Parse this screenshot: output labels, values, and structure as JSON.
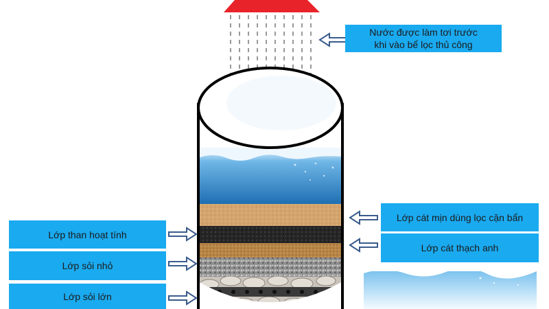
{
  "labels": {
    "aeration": "Nước được làm tơi trước khi vào bể lọc thủ công",
    "fine_sand": "Lớp cát mịn dùng lọc cặn bẩn",
    "activated_carbon": "Lớp than hoạt tính",
    "quartz_sand": "Lớp cát thạch anh",
    "small_gravel": "Lớp sỏi nhỏ",
    "large_gravel": "Lớp sỏi lớn"
  },
  "colors": {
    "label_bg": "#1aaaf0",
    "shower": "#e8242a",
    "water": "#2f86c8",
    "fine_sand": "#d2a36c",
    "carbon": "#2a2a2a",
    "quartz": "#b9884a",
    "gravel_small": "#9a9a9a",
    "arrow": "#3a5b8c"
  }
}
